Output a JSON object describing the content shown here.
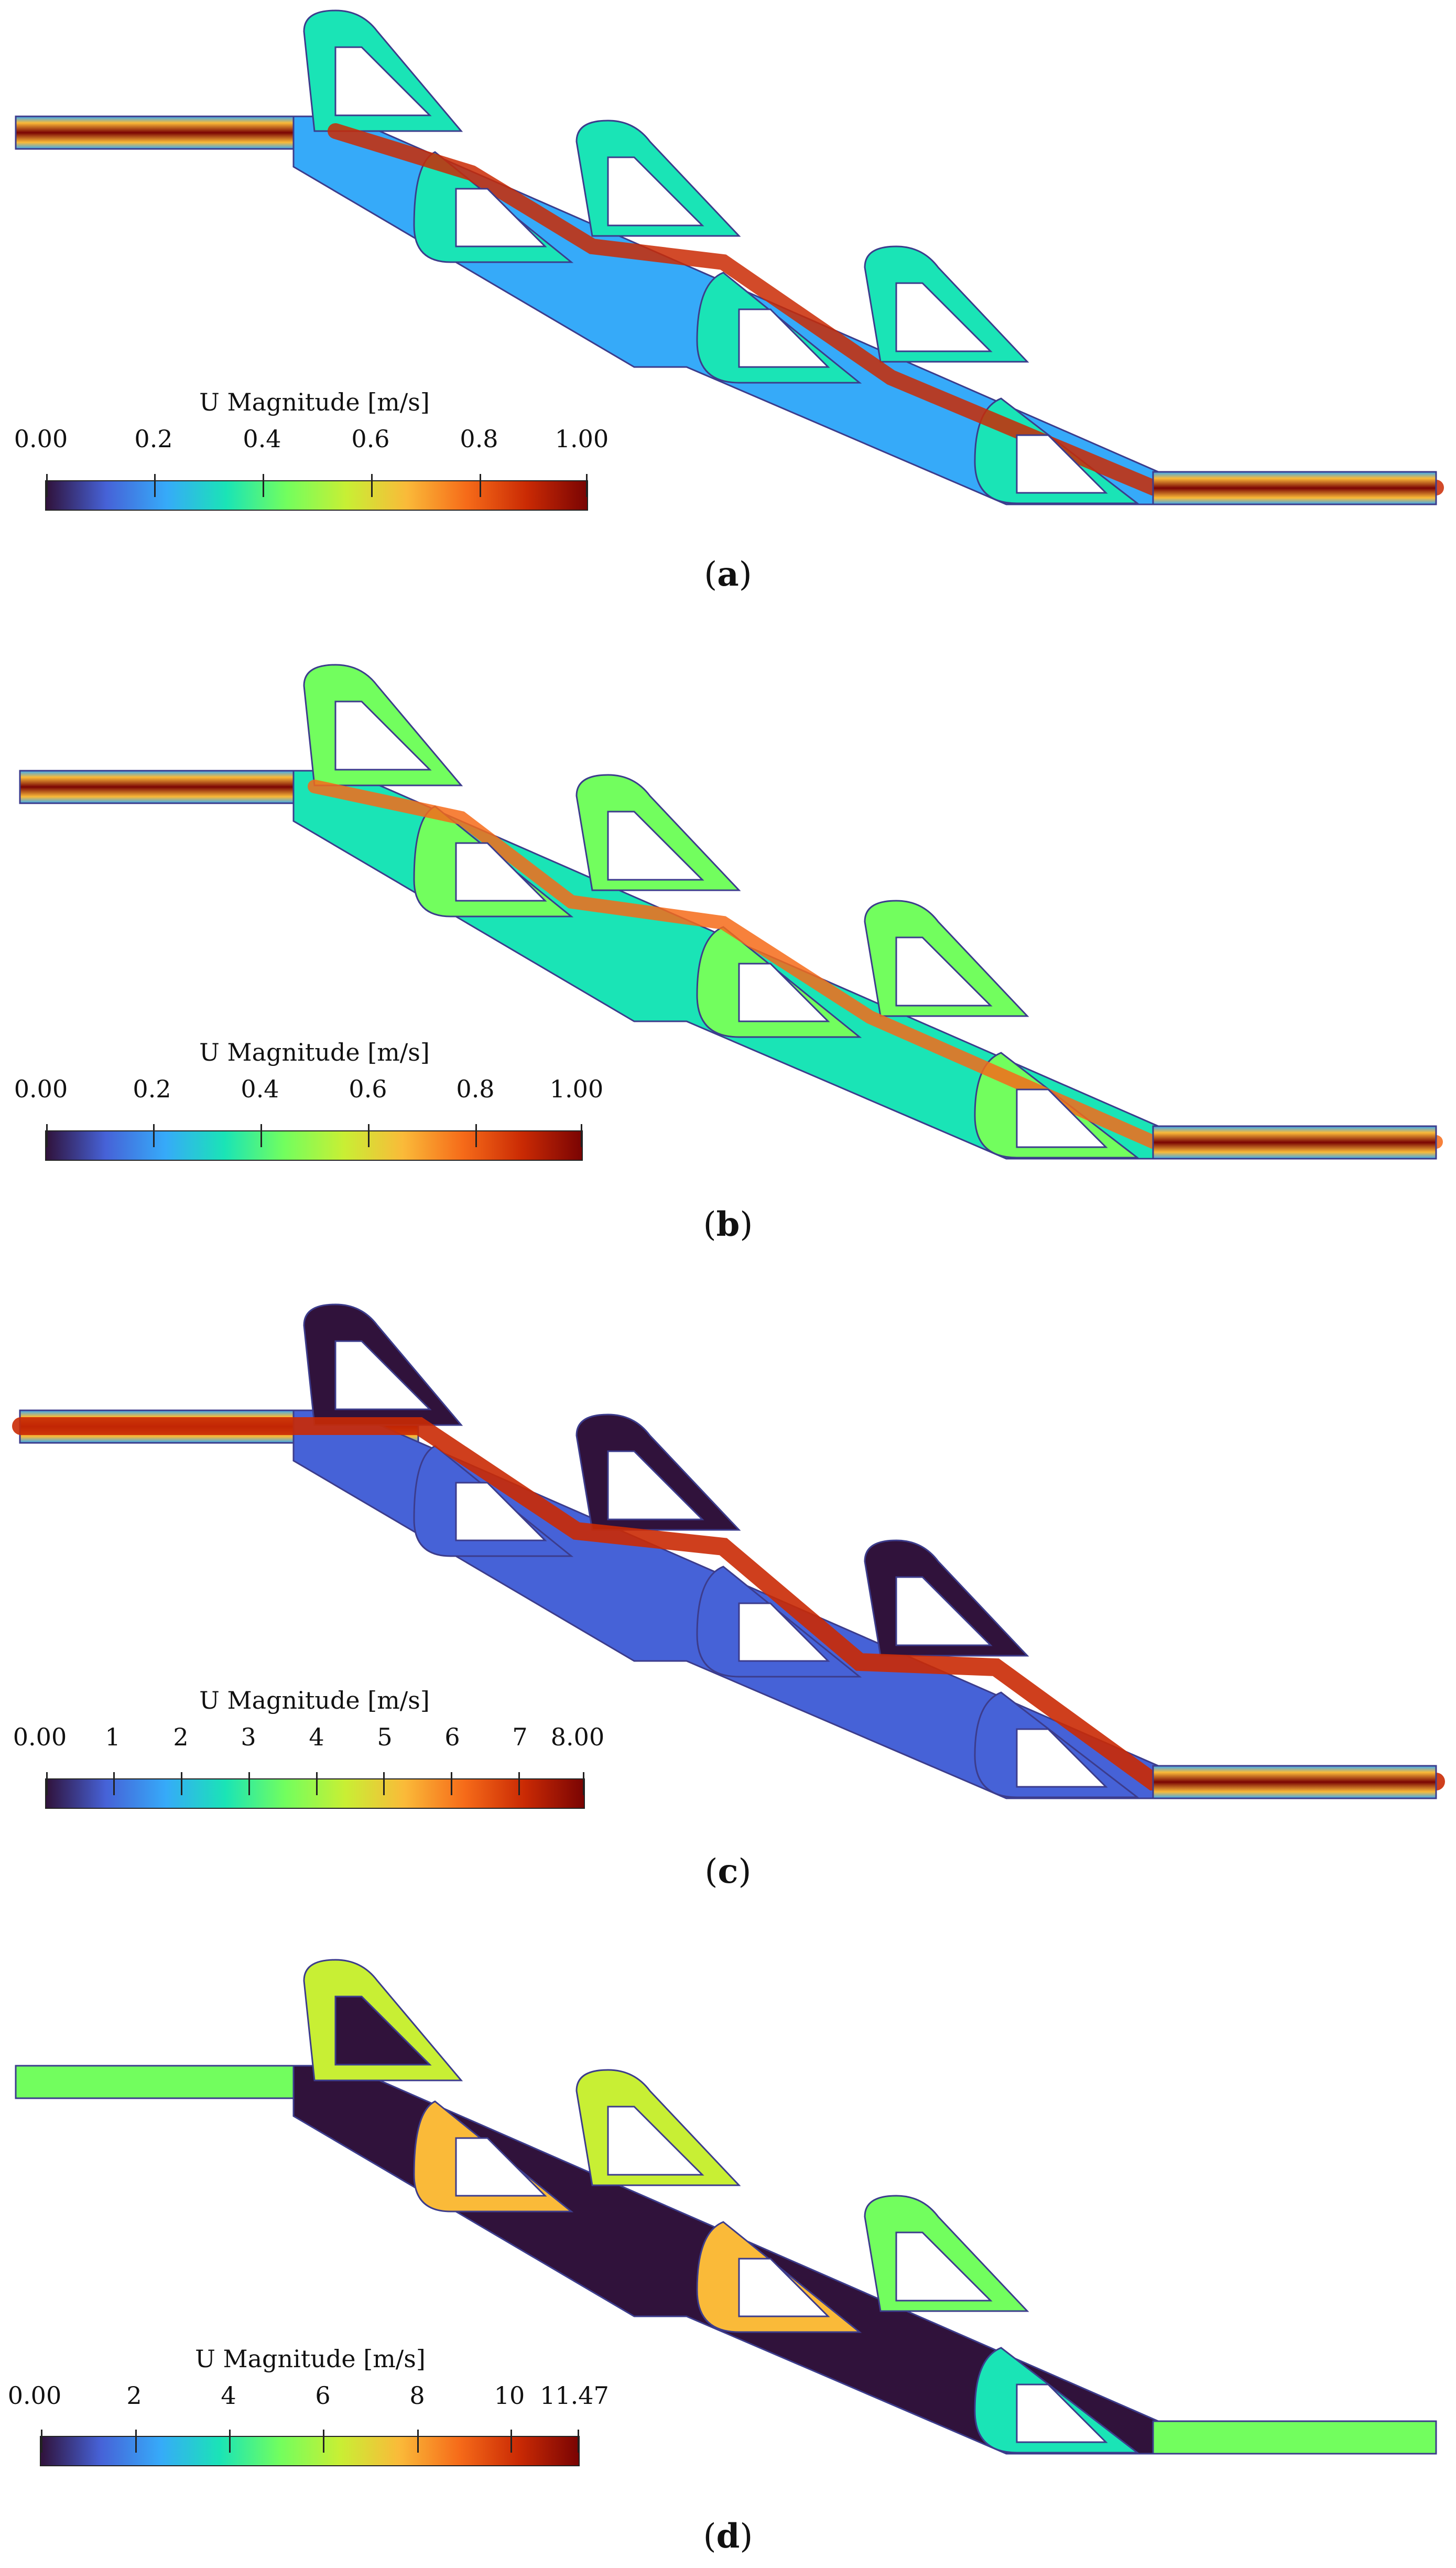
{
  "figure": {
    "panels": [
      {
        "id": "a",
        "caption_open": "(",
        "caption_letter": "a",
        "caption_close": ")",
        "colorbar": {
          "title": "U Magnitude [m/s]",
          "min": 0,
          "max": 1.0,
          "tick_labels": [
            "0.00",
            "0.2",
            "0.4",
            "0.6",
            "0.8",
            "1.00"
          ],
          "tick_values": [
            0,
            0.2,
            0.4,
            0.6,
            0.8,
            1.0
          ],
          "colormap": "turbo"
        }
      },
      {
        "id": "b",
        "caption_open": "(",
        "caption_letter": "b",
        "caption_close": ")",
        "colorbar": {
          "title": "U Magnitude [m/s]",
          "min": 0,
          "max": 1.0,
          "tick_labels": [
            "0.00",
            "0.2",
            "0.4",
            "0.6",
            "0.8",
            "1.00"
          ],
          "tick_values": [
            0,
            0.2,
            0.4,
            0.6,
            0.8,
            1.0
          ],
          "colormap": "turbo"
        }
      },
      {
        "id": "c",
        "caption_open": "(",
        "caption_letter": "c",
        "caption_close": ")",
        "colorbar": {
          "title": "U Magnitude [m/s]",
          "min": 0,
          "max": 8.0,
          "tick_labels": [
            "0.00",
            "1",
            "2",
            "3",
            "4",
            "5",
            "6",
            "7",
            "8.00"
          ],
          "tick_values": [
            0,
            1,
            2,
            3,
            4,
            5,
            6,
            7,
            8
          ],
          "colormap": "turbo"
        }
      },
      {
        "id": "d",
        "caption_open": "(",
        "caption_letter": "d",
        "caption_close": ")",
        "colorbar": {
          "title": "U Magnitude [m/s]",
          "min": 0,
          "max": 11.47,
          "tick_labels": [
            "0.00",
            "2",
            "4",
            "6",
            "8",
            "10",
            "11.47"
          ],
          "tick_values": [
            0,
            2,
            4,
            6,
            8,
            10,
            11.47
          ],
          "colormap": "turbo"
        }
      }
    ],
    "colors": {
      "turbo": [
        "#30123b",
        "#4662d7",
        "#36aaf9",
        "#1ae4b6",
        "#72fe5e",
        "#c8ef34",
        "#faba39",
        "#f66b19",
        "#ca2a04",
        "#7a0403"
      ],
      "geometry_edge": "#3c3c8c",
      "background": "#ffffff"
    }
  }
}
